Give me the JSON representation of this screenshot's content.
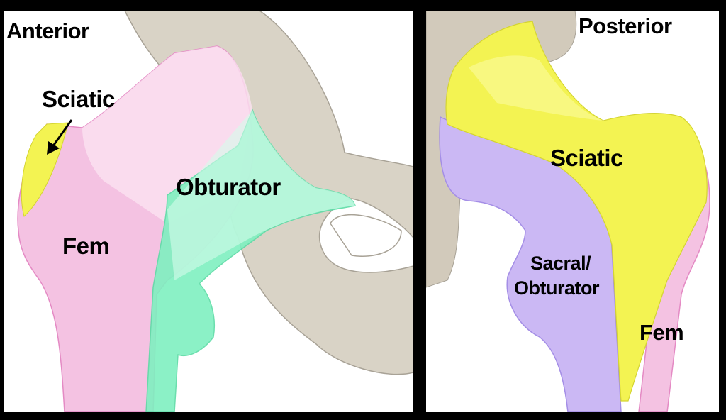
{
  "panels": {
    "anterior": {
      "title": "Anterior",
      "labels": {
        "sciatic": "Sciatic",
        "obturator": "Obturator",
        "fem": "Fem"
      }
    },
    "posterior": {
      "title": "Posterior",
      "labels": {
        "sciatic": "Sciatic",
        "sacral_obturator_line1": "Sacral/",
        "sacral_obturator_line2": "Obturator",
        "fem": "Fem"
      }
    }
  },
  "colors": {
    "sciatic": "#f3f352",
    "obturator": "#7ff0c0",
    "femoral": "#f4c2e2",
    "sacral_obturator": "#cbb8f4",
    "bone": "#d9d3c6",
    "frame": "#000000"
  }
}
